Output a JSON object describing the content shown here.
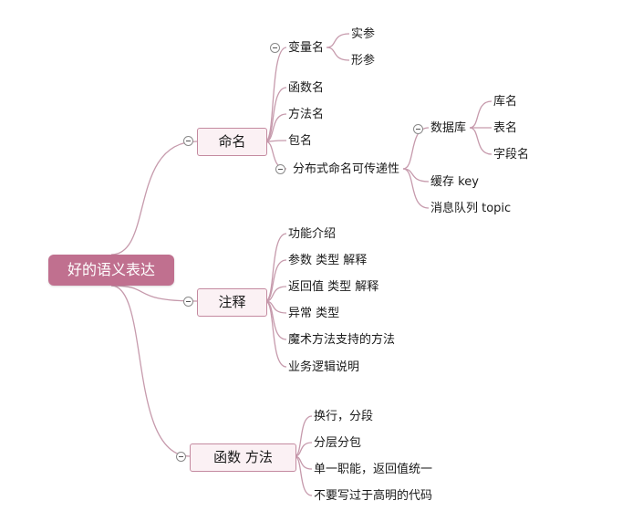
{
  "root": {
    "label": "好的语义表达"
  },
  "branches": [
    {
      "label": "命名",
      "children": [
        {
          "label": "变量名",
          "children": [
            {
              "label": "实参"
            },
            {
              "label": "形参"
            }
          ]
        },
        {
          "label": "函数名"
        },
        {
          "label": "方法名"
        },
        {
          "label": "包名"
        },
        {
          "label": "分布式命名可传递性",
          "children": [
            {
              "label": "数据库",
              "children": [
                {
                  "label": "库名"
                },
                {
                  "label": "表名"
                },
                {
                  "label": "字段名"
                }
              ]
            },
            {
              "label": "缓存 key"
            },
            {
              "label": "消息队列 topic"
            }
          ]
        }
      ]
    },
    {
      "label": "注释",
      "children": [
        {
          "label": "功能介绍"
        },
        {
          "label": "参数 类型 解释"
        },
        {
          "label": "返回值 类型 解释"
        },
        {
          "label": "异常 类型"
        },
        {
          "label": "魔术方法支持的方法"
        },
        {
          "label": "业务逻辑说明"
        }
      ]
    },
    {
      "label": "函数 方法",
      "children": [
        {
          "label": "换行，分段"
        },
        {
          "label": "分层分包"
        },
        {
          "label": "单一职能，返回值统一"
        },
        {
          "label": "不要写过于高明的代码"
        }
      ]
    }
  ],
  "colors": {
    "root_fill": "#c0708f",
    "main_border": "#c48aa0",
    "main_fill": "#fbf1f4",
    "line": "#c69aac"
  }
}
